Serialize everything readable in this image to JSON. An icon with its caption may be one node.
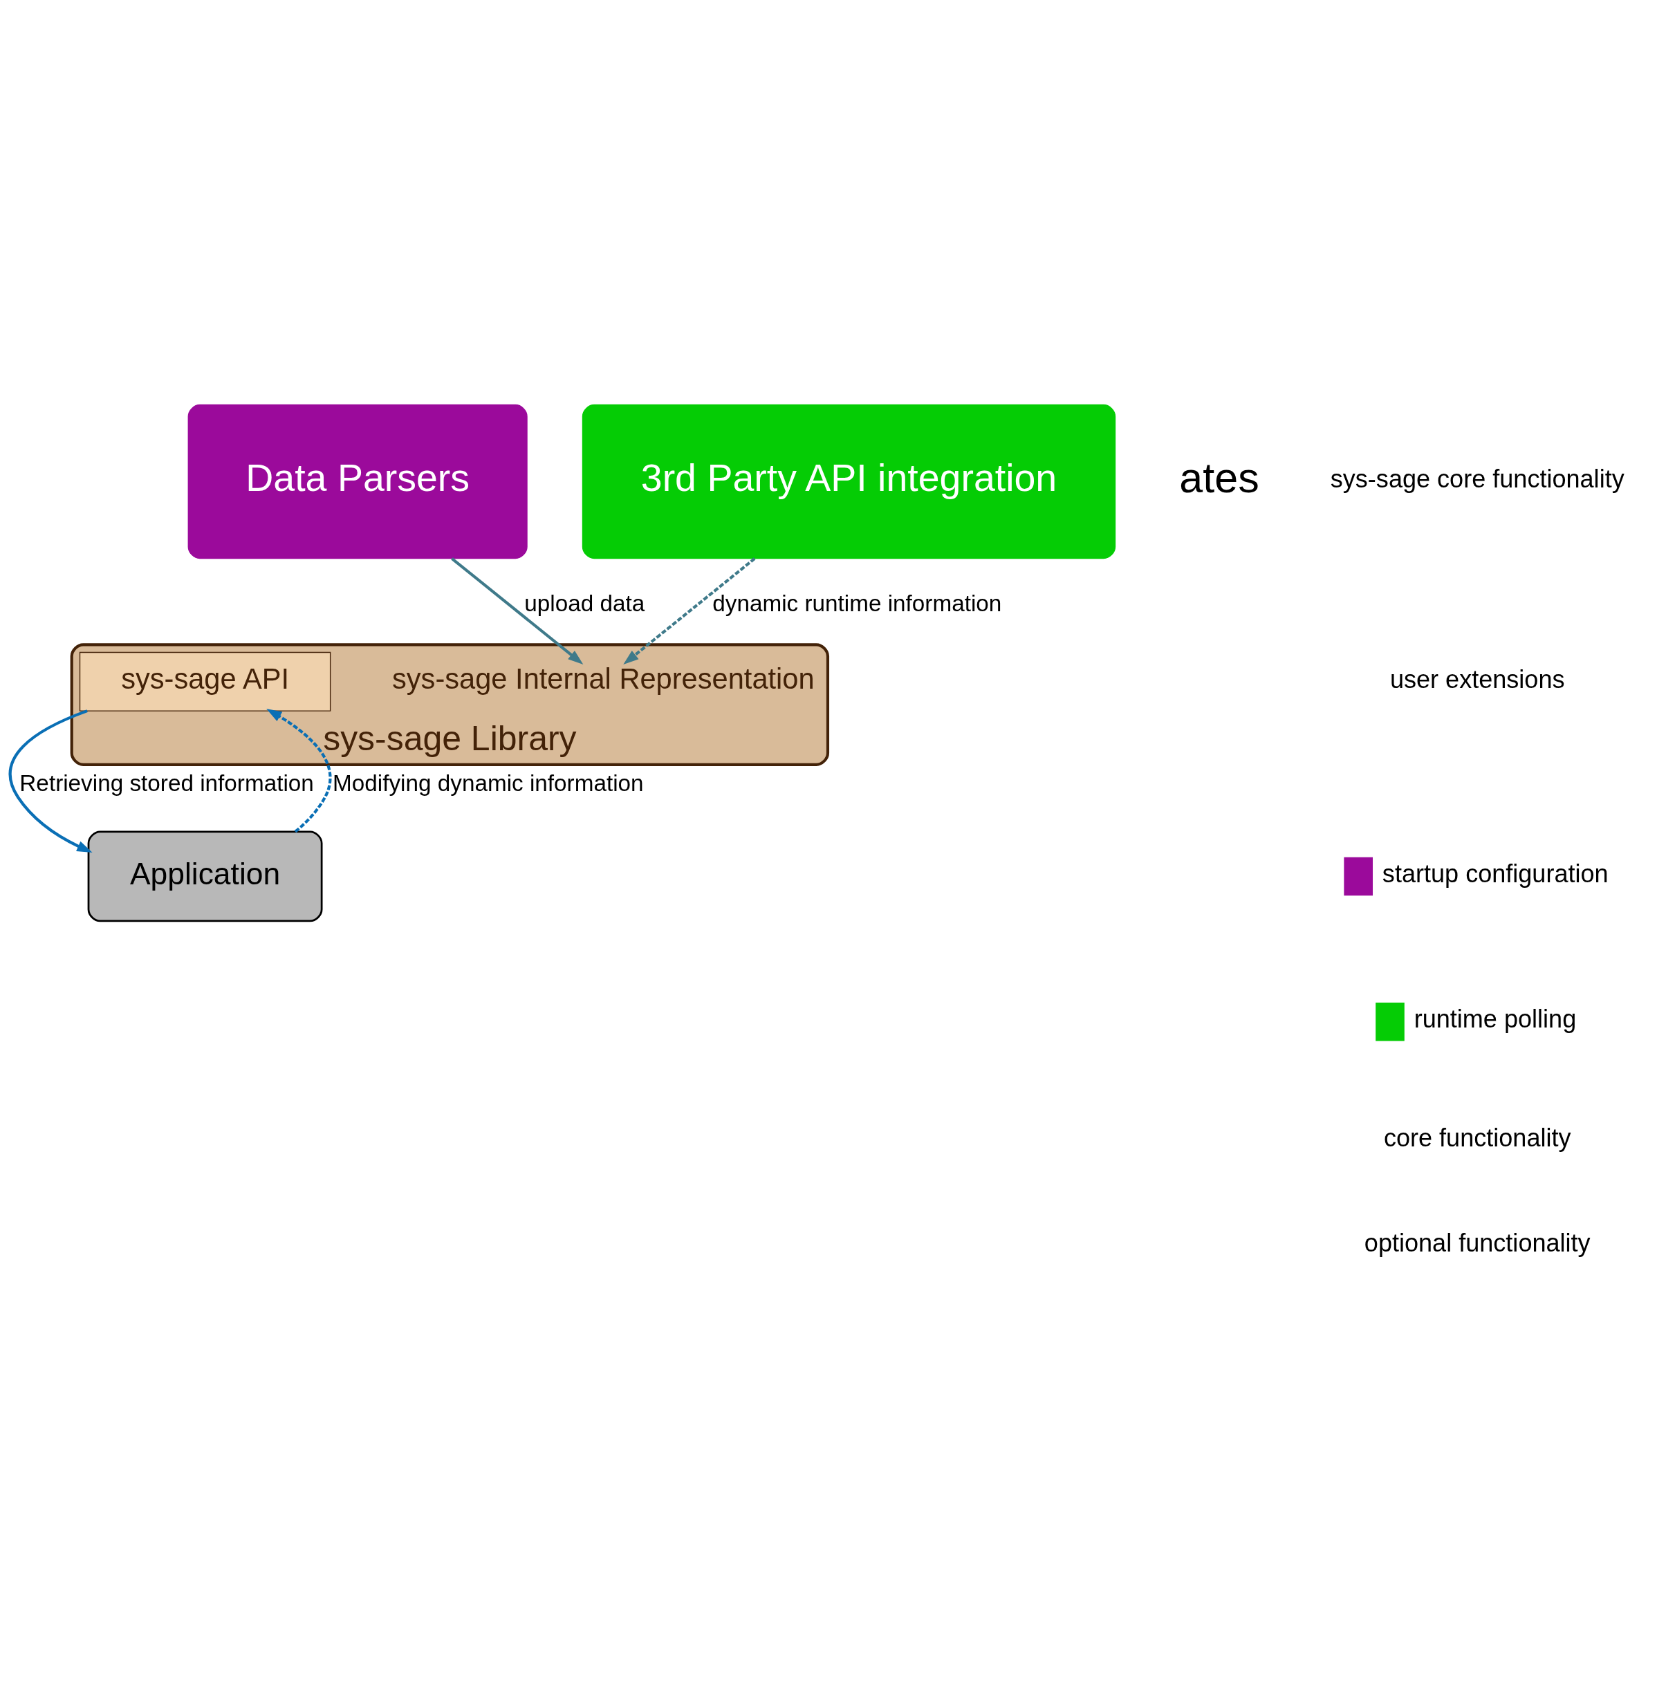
{
  "diagram": {
    "nodes": [
      {
        "text": [
          "Data Parsers"
        ]
      },
      {
        "text": [
          "3rd Party API integration"
        ]
      },
      {
        "text": [
          "sys-sage Library"
        ]
      },
      {
        "text": [
          "sys-sage Internal Representation"
        ],
        "in": 2
      },
      {
        "text": [
          "sys-sage API"
        ],
        "in": 2
      },
      {
        "text": [
          "Application"
        ]
      }
    ],
    "edges": [
      {
        "from": 0,
        "to": 3,
        "arrow": "to",
        "label": "upload data",
        "color": "#3f7a8a"
      },
      {
        "from": 1,
        "to": 3,
        "arrow": "to",
        "label": "dynamic runtime information",
        "style": "dashed",
        "color": "#3f7a8a"
      },
      {
        "from": 4,
        "to": 5,
        "arrow": "to",
        "label": "Retrieving stored information",
        "color": "#0a6fb5"
      },
      {
        "from": 5,
        "to": 4,
        "arrow": "to",
        "label": "Modifying dynamic information",
        "style": "dashed",
        "color": "#0a6fb5"
      }
    ],
    "labels": [
      "ates"
    ],
    "legend": [
      {
        "text": "sys-sage core functionality"
      },
      {
        "text": "user extensions"
      },
      {
        "text": "startup configuration",
        "color": "#9b0a9b"
      },
      {
        "text": "runtime polling",
        "color": "#05cc05"
      },
      {
        "text": "core functionality"
      },
      {
        "text": "optional functionality"
      }
    ]
  }
}
